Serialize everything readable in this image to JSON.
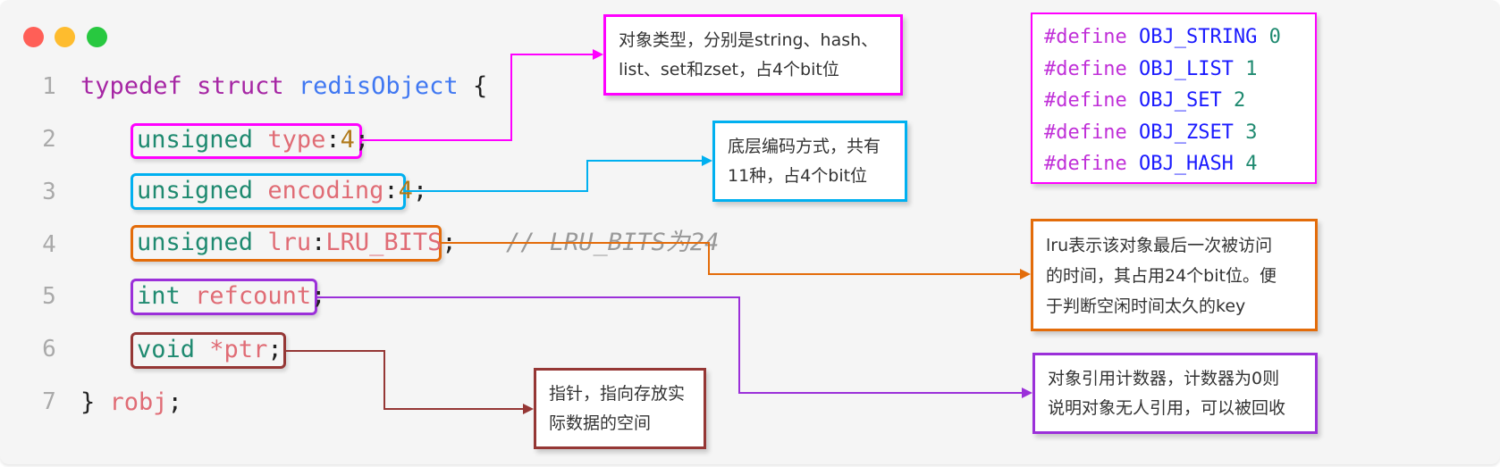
{
  "window": {
    "controls": [
      "close",
      "minimize",
      "maximize"
    ],
    "colors": {
      "close": "#ff5f57",
      "minimize": "#febc2e",
      "maximize": "#28c840"
    }
  },
  "code": {
    "line_numbers": [
      "1",
      "2",
      "3",
      "4",
      "5",
      "6",
      "7"
    ],
    "line1": {
      "kw1": "typedef",
      "kw2": "struct",
      "name": "redisObject",
      "brace": "{"
    },
    "line2": {
      "type": "unsigned",
      "field": "type",
      "colon": ":",
      "bits": "4",
      "semi": ";"
    },
    "line3": {
      "type": "unsigned",
      "field": "encoding",
      "colon": ":",
      "bits": "4",
      "semi": ";"
    },
    "line4": {
      "type": "unsigned",
      "field": "lru",
      "colon": ":",
      "bits": "LRU_BITS",
      "semi": ";",
      "comment": "// LRU_BITS为24"
    },
    "line5": {
      "type": "int",
      "field": "refcount",
      "semi": ";"
    },
    "line6": {
      "type": "void",
      "field": "*ptr",
      "semi": ";"
    },
    "line7": {
      "brace": "}",
      "name": "robj",
      "semi": ";"
    }
  },
  "notes": {
    "type": [
      "对象类型，分别是string、hash、",
      "list、set和zset，占4个bit位"
    ],
    "encoding": [
      "底层编码方式，共有",
      "11种，占4个bit位"
    ],
    "lru": [
      "lru表示该对象最后一次被访问",
      "的时间，其占用24个bit位。便",
      "于判断空闲时间太久的key"
    ],
    "refcount": [
      "对象引用计数器，计数器为0则",
      "说明对象无人引用，可以被回收"
    ],
    "ptr": [
      "指针，指向存放实",
      "际数据的空间"
    ]
  },
  "defines": [
    {
      "kw": "#define",
      "name": "OBJ_STRING",
      "value": "0"
    },
    {
      "kw": "#define",
      "name": "OBJ_LIST",
      "value": "1"
    },
    {
      "kw": "#define",
      "name": "OBJ_SET",
      "value": "2"
    },
    {
      "kw": "#define",
      "name": "OBJ_ZSET",
      "value": "3"
    },
    {
      "kw": "#define",
      "name": "OBJ_HASH",
      "value": "4"
    }
  ],
  "colors": {
    "type": "#ff00ff",
    "encoding": "#00b0f0",
    "lru": "#e36c0a",
    "refcount": "#9b30d9",
    "ptr": "#953735"
  }
}
